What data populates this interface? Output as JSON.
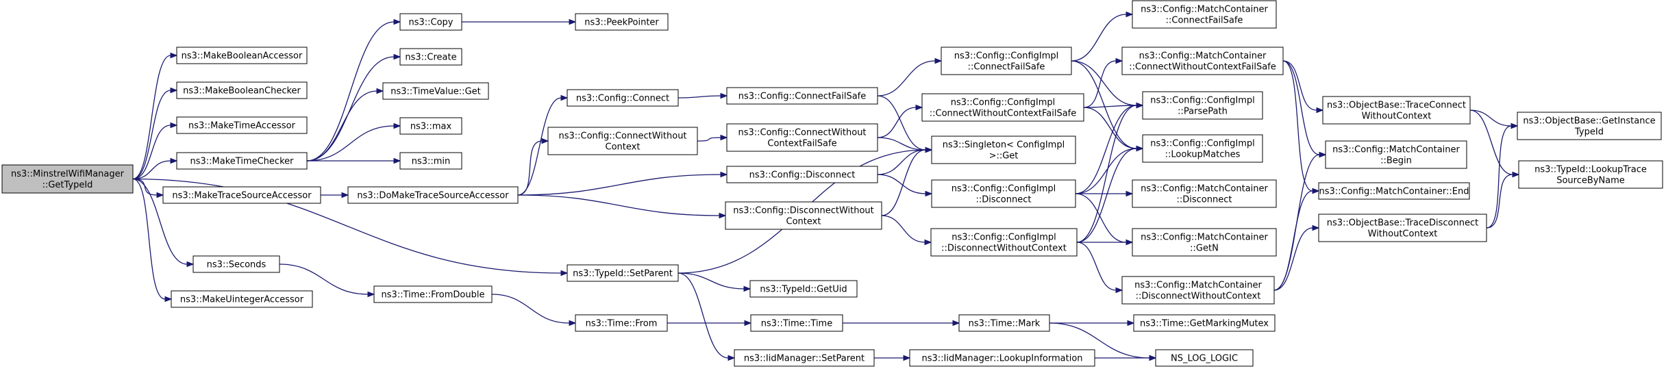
{
  "graph": {
    "root": "n0",
    "nodes": {
      "n0": {
        "lines": [
          "ns3::MinstrelWifiManager",
          "::GetTypeId"
        ]
      },
      "n1": {
        "lines": [
          "ns3::MakeBooleanAccessor"
        ]
      },
      "n2": {
        "lines": [
          "ns3::MakeBooleanChecker"
        ]
      },
      "n3": {
        "lines": [
          "ns3::MakeTimeAccessor"
        ]
      },
      "n4": {
        "lines": [
          "ns3::MakeTimeChecker"
        ]
      },
      "n5": {
        "lines": [
          "ns3::MakeTraceSourceAccessor"
        ]
      },
      "n6": {
        "lines": [
          "ns3::Seconds"
        ]
      },
      "n7": {
        "lines": [
          "ns3::MakeUintegerAccessor"
        ]
      },
      "n8": {
        "lines": [
          "ns3::Copy"
        ]
      },
      "n9": {
        "lines": [
          "ns3::Create"
        ]
      },
      "n10": {
        "lines": [
          "ns3::TimeValue::Get"
        ]
      },
      "n11": {
        "lines": [
          "ns3::max"
        ]
      },
      "n12": {
        "lines": [
          "ns3::min"
        ]
      },
      "n13": {
        "lines": [
          "ns3::DoMakeTraceSourceAccessor"
        ]
      },
      "n14": {
        "lines": [
          "ns3::Time::FromDouble"
        ]
      },
      "n15": {
        "lines": [
          "ns3::PeekPointer"
        ]
      },
      "n16": {
        "lines": [
          "ns3::Config::Connect"
        ]
      },
      "n17": {
        "lines": [
          "ns3::Config::ConnectWithout",
          "Context"
        ]
      },
      "n18": {
        "lines": [
          "ns3::TypeId::SetParent"
        ]
      },
      "n19": {
        "lines": [
          "ns3::Time::From"
        ]
      },
      "n20": {
        "lines": [
          "ns3::Config::ConnectFailSafe"
        ]
      },
      "n21": {
        "lines": [
          "ns3::Config::ConnectWithout",
          "ContextFailSafe"
        ]
      },
      "n22": {
        "lines": [
          "ns3::Config::Disconnect"
        ]
      },
      "n23": {
        "lines": [
          "ns3::Config::DisconnectWithout",
          "Context"
        ]
      },
      "n24": {
        "lines": [
          "ns3::TypeId::GetUid"
        ]
      },
      "n25": {
        "lines": [
          "ns3::IidManager::SetParent"
        ]
      },
      "n26": {
        "lines": [
          "ns3::Time::Time"
        ]
      },
      "n27": {
        "lines": [
          "ns3::Config::ConfigImpl",
          "::ConnectFailSafe"
        ]
      },
      "n28": {
        "lines": [
          "ns3::Config::ConfigImpl",
          "::ConnectWithoutContextFailSafe"
        ]
      },
      "n29": {
        "lines": [
          "ns3::Singleton< ConfigImpl",
          " >::Get"
        ]
      },
      "n30": {
        "lines": [
          "ns3::Config::ConfigImpl",
          "::Disconnect"
        ]
      },
      "n31": {
        "lines": [
          "ns3::Config::ConfigImpl",
          "::DisconnectWithoutContext"
        ]
      },
      "n32": {
        "lines": [
          "ns3::IidManager::LookupInformation"
        ]
      },
      "n33": {
        "lines": [
          "ns3::Time::Mark"
        ]
      },
      "n34": {
        "lines": [
          "ns3::Config::MatchContainer",
          "::ConnectFailSafe"
        ]
      },
      "n35": {
        "lines": [
          "ns3::Config::MatchContainer",
          "::ConnectWithoutContextFailSafe"
        ]
      },
      "n36": {
        "lines": [
          "ns3::Config::ConfigImpl",
          "::ParsePath"
        ]
      },
      "n37": {
        "lines": [
          "ns3::Config::ConfigImpl",
          "::LookupMatches"
        ]
      },
      "n38": {
        "lines": [
          "ns3::Config::MatchContainer",
          "::Disconnect"
        ]
      },
      "n39": {
        "lines": [
          "ns3::Config::MatchContainer",
          "::GetN"
        ]
      },
      "n40": {
        "lines": [
          "ns3::Config::MatchContainer",
          "::DisconnectWithoutContext"
        ]
      },
      "n41": {
        "lines": [
          "ns3::Time::GetMarkingMutex"
        ]
      },
      "n42": {
        "lines": [
          "NS_LOG_LOGIC"
        ]
      },
      "n43": {
        "lines": [
          "ns3::ObjectBase::TraceConnect",
          "WithoutContext"
        ]
      },
      "n44": {
        "lines": [
          "ns3::Config::MatchContainer",
          "::Begin"
        ]
      },
      "n45": {
        "lines": [
          "ns3::Config::MatchContainer::End"
        ]
      },
      "n46": {
        "lines": [
          "ns3::ObjectBase::TraceDisconnect",
          "WithoutContext"
        ]
      },
      "n47": {
        "lines": [
          "ns3::ObjectBase::GetInstance",
          "TypeId"
        ]
      },
      "n48": {
        "lines": [
          "ns3::TypeId::LookupTrace",
          "SourceByName"
        ]
      }
    },
    "edges": [
      [
        "n0",
        "n1"
      ],
      [
        "n0",
        "n2"
      ],
      [
        "n0",
        "n3"
      ],
      [
        "n0",
        "n4"
      ],
      [
        "n0",
        "n5"
      ],
      [
        "n0",
        "n6"
      ],
      [
        "n0",
        "n7"
      ],
      [
        "n0",
        "n18"
      ],
      [
        "n4",
        "n8"
      ],
      [
        "n4",
        "n9"
      ],
      [
        "n4",
        "n10"
      ],
      [
        "n4",
        "n11"
      ],
      [
        "n4",
        "n12"
      ],
      [
        "n8",
        "n15"
      ],
      [
        "n5",
        "n13"
      ],
      [
        "n13",
        "n16"
      ],
      [
        "n13",
        "n17"
      ],
      [
        "n13",
        "n22"
      ],
      [
        "n13",
        "n23"
      ],
      [
        "n6",
        "n14"
      ],
      [
        "n14",
        "n19"
      ],
      [
        "n19",
        "n26"
      ],
      [
        "n26",
        "n33"
      ],
      [
        "n33",
        "n41"
      ],
      [
        "n33",
        "n42"
      ],
      [
        "n18",
        "n24"
      ],
      [
        "n18",
        "n25"
      ],
      [
        "n18",
        "n29"
      ],
      [
        "n25",
        "n32"
      ],
      [
        "n32",
        "n42"
      ],
      [
        "n16",
        "n20"
      ],
      [
        "n17",
        "n21"
      ],
      [
        "n20",
        "n27"
      ],
      [
        "n20",
        "n29"
      ],
      [
        "n21",
        "n28"
      ],
      [
        "n21",
        "n29"
      ],
      [
        "n22",
        "n29"
      ],
      [
        "n22",
        "n30"
      ],
      [
        "n23",
        "n29"
      ],
      [
        "n23",
        "n31"
      ],
      [
        "n27",
        "n34"
      ],
      [
        "n27",
        "n36"
      ],
      [
        "n27",
        "n37"
      ],
      [
        "n28",
        "n35"
      ],
      [
        "n28",
        "n36"
      ],
      [
        "n28",
        "n37"
      ],
      [
        "n30",
        "n36"
      ],
      [
        "n30",
        "n37"
      ],
      [
        "n30",
        "n38"
      ],
      [
        "n30",
        "n39"
      ],
      [
        "n31",
        "n36"
      ],
      [
        "n31",
        "n37"
      ],
      [
        "n31",
        "n39"
      ],
      [
        "n31",
        "n40"
      ],
      [
        "n35",
        "n43"
      ],
      [
        "n35",
        "n44"
      ],
      [
        "n35",
        "n45"
      ],
      [
        "n40",
        "n44"
      ],
      [
        "n40",
        "n45"
      ],
      [
        "n40",
        "n46"
      ],
      [
        "n43",
        "n47"
      ],
      [
        "n43",
        "n48"
      ],
      [
        "n46",
        "n47"
      ],
      [
        "n46",
        "n48"
      ]
    ]
  }
}
